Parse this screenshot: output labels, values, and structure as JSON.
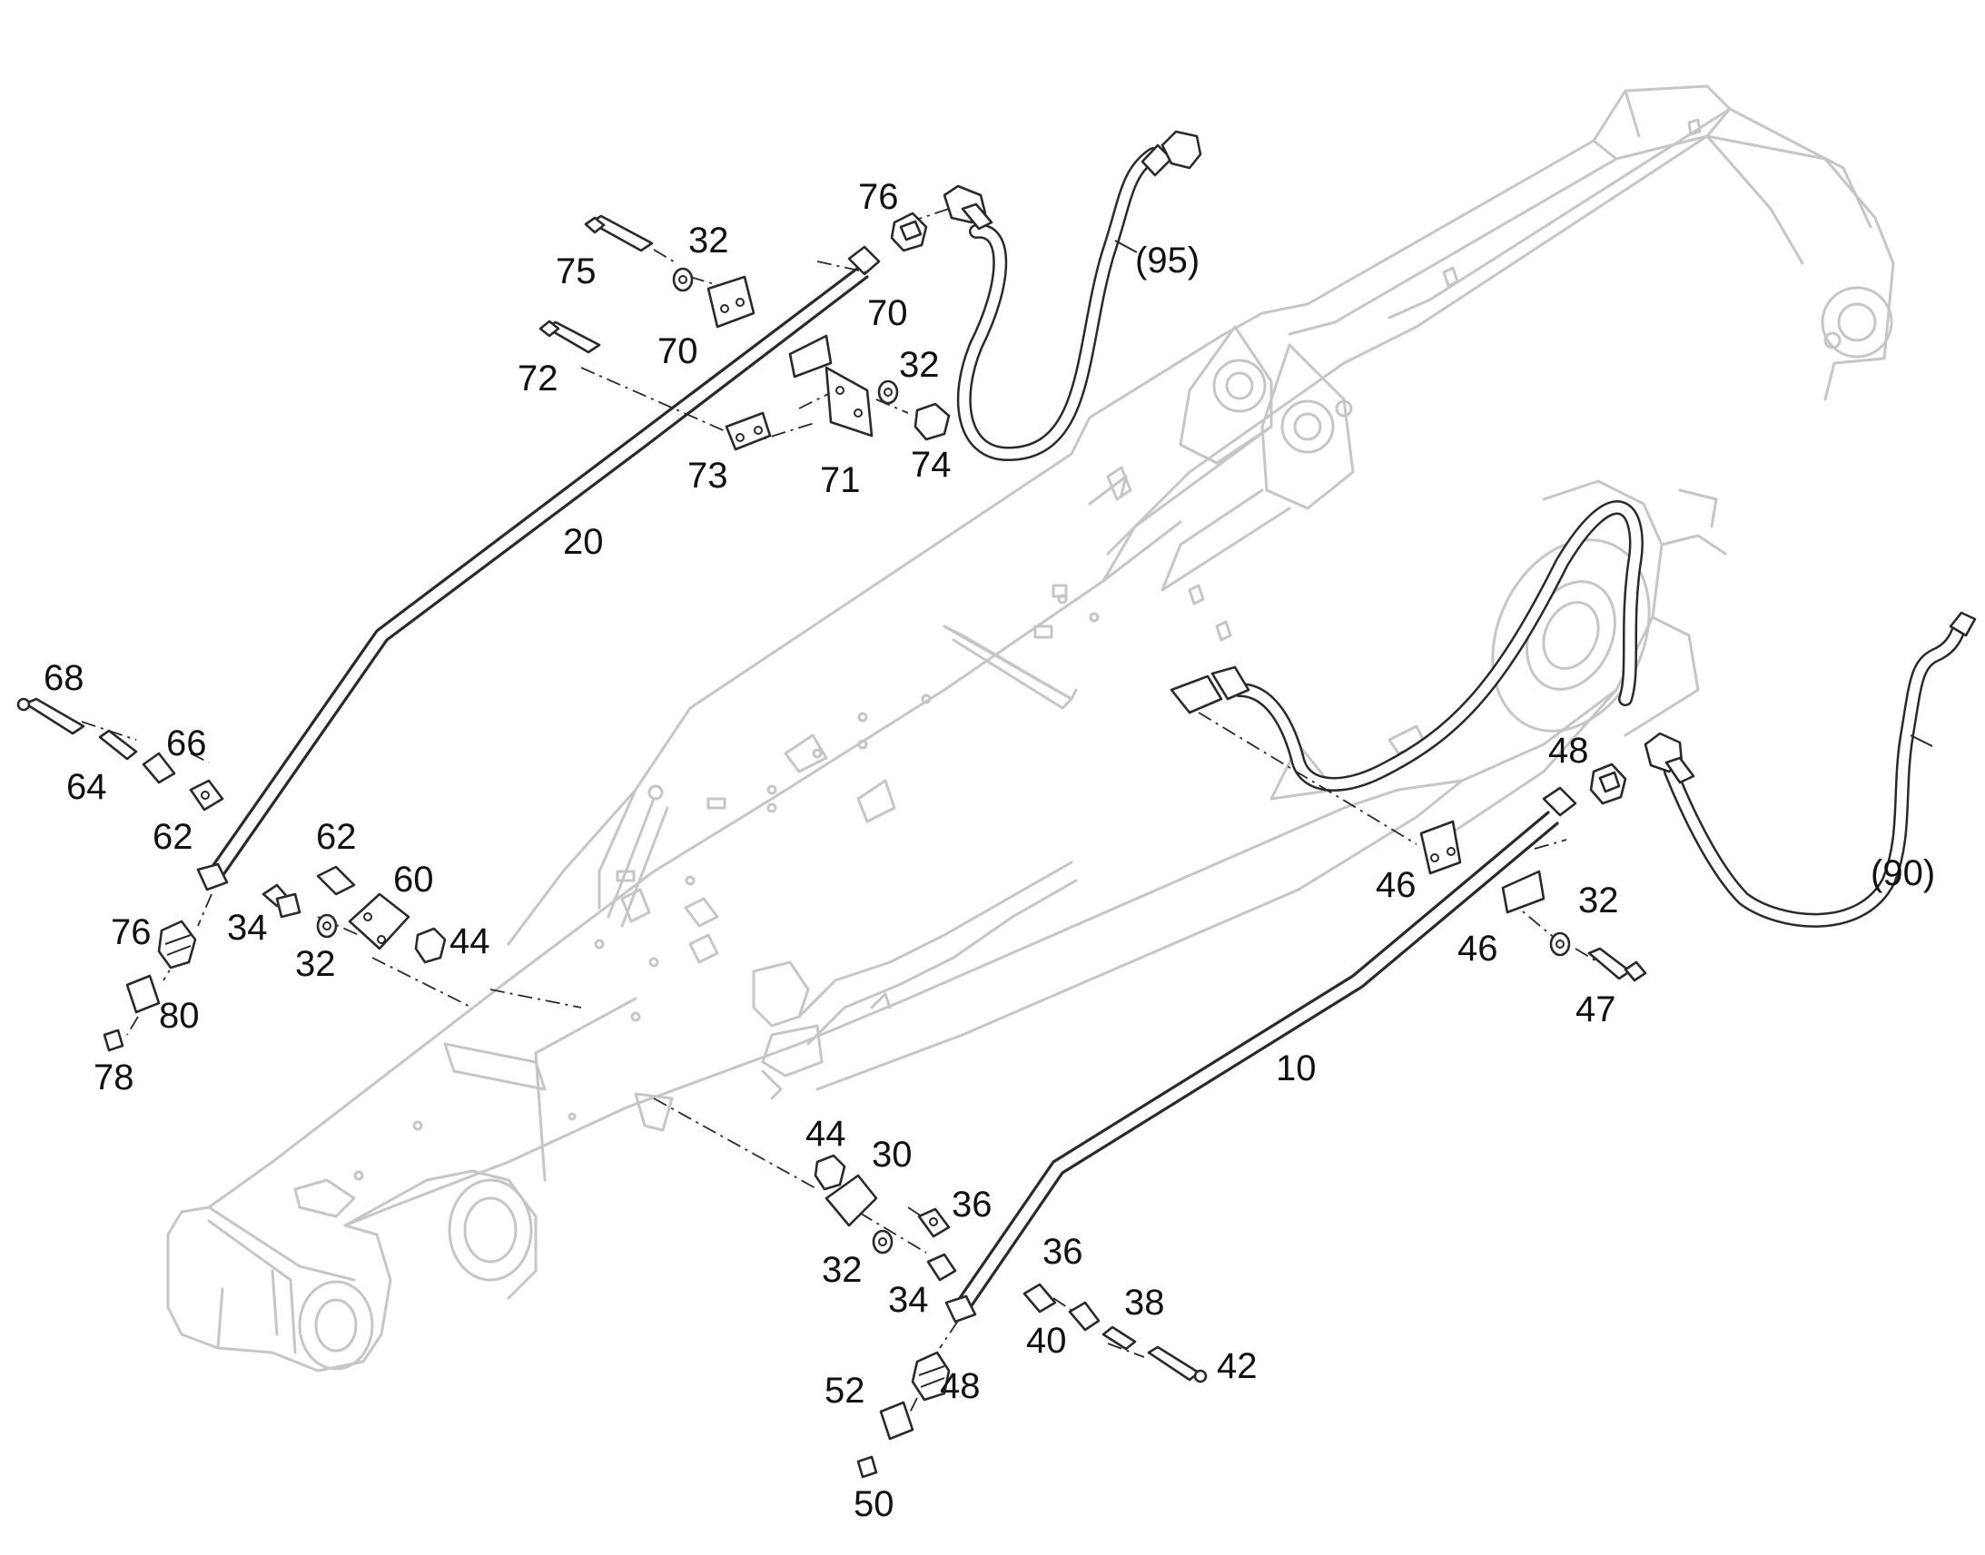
{
  "callouts": [
    {
      "id": "c95a",
      "text": "(95)"
    },
    {
      "id": "c76a",
      "text": "76"
    },
    {
      "id": "c32a",
      "text": "32"
    },
    {
      "id": "c75",
      "text": "75"
    },
    {
      "id": "c70a",
      "text": "70"
    },
    {
      "id": "c70b",
      "text": "70"
    },
    {
      "id": "c72",
      "text": "72"
    },
    {
      "id": "c32b",
      "text": "32"
    },
    {
      "id": "c74",
      "text": "74"
    },
    {
      "id": "c73",
      "text": "73"
    },
    {
      "id": "c71",
      "text": "71"
    },
    {
      "id": "c20",
      "text": "20"
    },
    {
      "id": "c68",
      "text": "68"
    },
    {
      "id": "c66",
      "text": "66"
    },
    {
      "id": "c64",
      "text": "64"
    },
    {
      "id": "c62a",
      "text": "62"
    },
    {
      "id": "c62b",
      "text": "62"
    },
    {
      "id": "c60",
      "text": "60"
    },
    {
      "id": "c34a",
      "text": "34"
    },
    {
      "id": "c44a",
      "text": "44"
    },
    {
      "id": "c32c",
      "text": "32"
    },
    {
      "id": "c76b",
      "text": "76"
    },
    {
      "id": "c80",
      "text": "80"
    },
    {
      "id": "c78",
      "text": "78"
    },
    {
      "id": "c48a",
      "text": "48"
    },
    {
      "id": "c90",
      "text": "(90)"
    },
    {
      "id": "c46a",
      "text": "46"
    },
    {
      "id": "c32d",
      "text": "32"
    },
    {
      "id": "c46b",
      "text": "46"
    },
    {
      "id": "c47",
      "text": "47"
    },
    {
      "id": "c10",
      "text": "10"
    },
    {
      "id": "c44b",
      "text": "44"
    },
    {
      "id": "c30",
      "text": "30"
    },
    {
      "id": "c36a",
      "text": "36"
    },
    {
      "id": "c32e",
      "text": "32"
    },
    {
      "id": "c34b",
      "text": "34"
    },
    {
      "id": "c36b",
      "text": "36"
    },
    {
      "id": "c38",
      "text": "38"
    },
    {
      "id": "c40",
      "text": "40"
    },
    {
      "id": "c42",
      "text": "42"
    },
    {
      "id": "c52",
      "text": "52"
    },
    {
      "id": "c48b",
      "text": "48"
    },
    {
      "id": "c50",
      "text": "50"
    }
  ]
}
